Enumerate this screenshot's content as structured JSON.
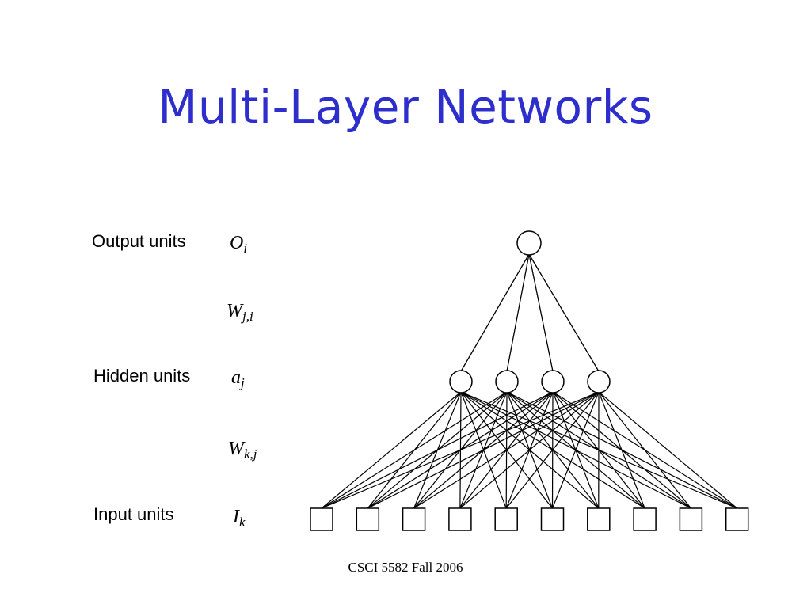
{
  "title": "Multi-Layer Networks",
  "footer": "CSCI 5582 Fall 2006",
  "labels": {
    "output": "Output units",
    "hidden": "Hidden units",
    "input": "Input units"
  },
  "symbols": {
    "output": {
      "base": "O",
      "sub": "i"
    },
    "weights_hidden_output": {
      "base": "W",
      "sub": "j,i"
    },
    "hidden": {
      "base": "a",
      "sub": "j"
    },
    "weights_input_hidden": {
      "base": "W",
      "sub": "k,j"
    },
    "input": {
      "base": "I",
      "sub": "k"
    }
  },
  "network": {
    "output_units": 1,
    "hidden_units": 4,
    "input_units": 10,
    "connectivity": "fully-connected"
  },
  "colors": {
    "title": "#2e2ecc",
    "stroke": "#000000"
  }
}
